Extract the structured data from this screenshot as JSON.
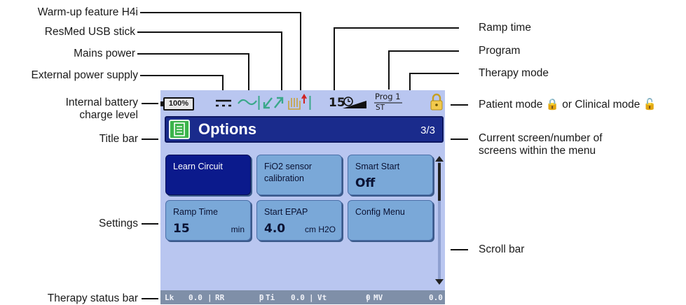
{
  "labels_left": {
    "warm_up": "Warm-up feature H4i",
    "usb": "ResMed USB stick",
    "mains": "Mains power",
    "external": "External power supply",
    "battery_line1": "Internal battery",
    "battery_line2": "charge level",
    "title_bar": "Title bar",
    "settings": "Settings",
    "therapy_status_bar": "Therapy status bar"
  },
  "labels_right": {
    "ramp_time": "Ramp time",
    "program": "Program",
    "therapy_mode": "Therapy mode",
    "patient_mode": "Patient mode 🔒 or Clinical mode 🔓",
    "current_screen_line1": "Current screen/number of",
    "current_screen_line2": "screens within the menu",
    "scroll_bar": "Scroll bar"
  },
  "status": {
    "battery": "100%",
    "ramp_value": "15",
    "program": "Prog 1",
    "mode": "ST",
    "accent_yellow": "#f2c94c"
  },
  "title_bar": {
    "title": "Options",
    "page": "3/3"
  },
  "tiles": [
    {
      "label": "Learn Circuit",
      "value": "",
      "unit": "",
      "selected": true
    },
    {
      "label": "FiO2 sensor calibration",
      "value": "",
      "unit": ""
    },
    {
      "label": "Smart Start",
      "value": "Off",
      "unit": ""
    },
    {
      "label": "Ramp Time",
      "value": "15",
      "unit": "min"
    },
    {
      "label": "Start EPAP",
      "value": "4.0",
      "unit": "cm H2O"
    },
    {
      "label": "Config Menu",
      "value": "",
      "unit": ""
    }
  ],
  "therapy_bar": {
    "lk_label": "Lk",
    "lk": "0.0",
    "rr_label": "RR",
    "rr": "0",
    "ti_label": "Ti",
    "ti": "0.0",
    "vt_label": "Vt",
    "vt": "0",
    "mv_label": "MV",
    "mv": "0.0"
  }
}
